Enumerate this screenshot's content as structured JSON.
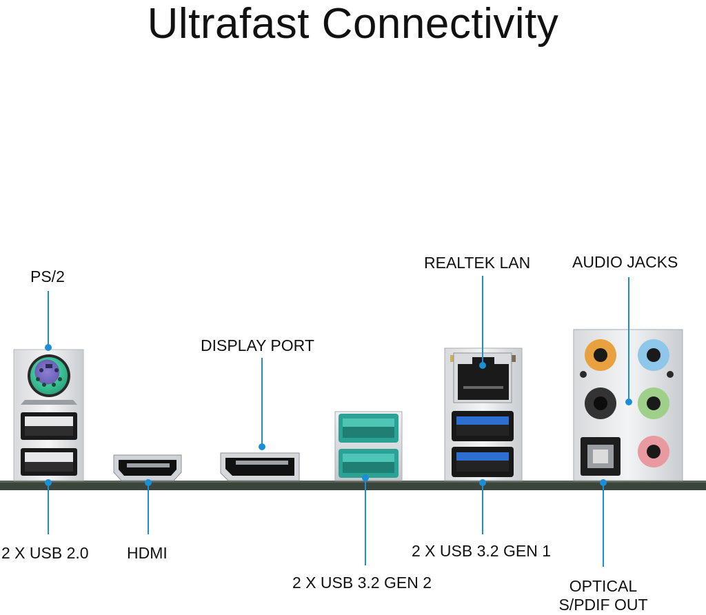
{
  "title": "Ultrafast Connectivity",
  "labels": {
    "ps2": "PS/2",
    "usb20": "2 X USB 2.0",
    "hdmi": "HDMI",
    "displayport": "DISPLAY PORT",
    "usb32gen2": "2 X USB 3.2 GEN 2",
    "realtek_lan": "REALTEK LAN",
    "usb32gen1": "2 X USB 3.2 GEN 1",
    "audio_jacks": "AUDIO JACKS",
    "optical_line1": "OPTICAL",
    "optical_line2": "S/PDIF OUT"
  },
  "colors": {
    "callout": "#1b8fd6",
    "ps2_port": "#7a6cc2",
    "ps2_port_alt": "#3fc79a",
    "usb_gen2": "#34b3a3",
    "usb_gen1": "#2a6fd0",
    "jack_orange": "#e9a13f",
    "jack_blue": "#8fc7ea",
    "jack_black": "#333333",
    "jack_green": "#9ed089",
    "jack_pink": "#e89aa0",
    "board": "#3c453c"
  }
}
